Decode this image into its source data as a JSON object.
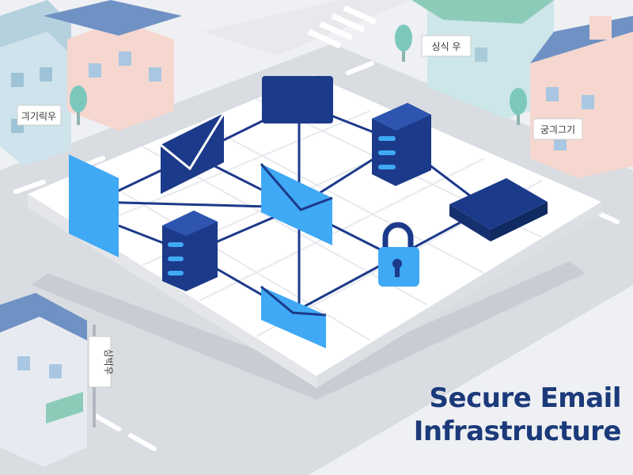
{
  "caption": {
    "line1": "Secure Email",
    "line2": "Infrastructure"
  },
  "signs": {
    "top_left": "긔기릭우",
    "top_right": "싱식 우",
    "right": "궁긔그기",
    "bottom_left": "싱빅우"
  },
  "icons": {
    "envelope_center": "envelope-icon",
    "envelope_left": "envelope-icon",
    "envelope_bottom": "envelope-icon",
    "server_left": "server-icon",
    "server_right": "server-icon",
    "lock": "padlock-icon",
    "panel": "mobile-device-icon",
    "box_top": "monitor-icon",
    "box_right": "storage-device-icon"
  },
  "colors": {
    "navy": "#1c3a8a",
    "light_blue": "#3fa9f5",
    "text": "#1b3a7a",
    "ground": "#eef0f3"
  }
}
